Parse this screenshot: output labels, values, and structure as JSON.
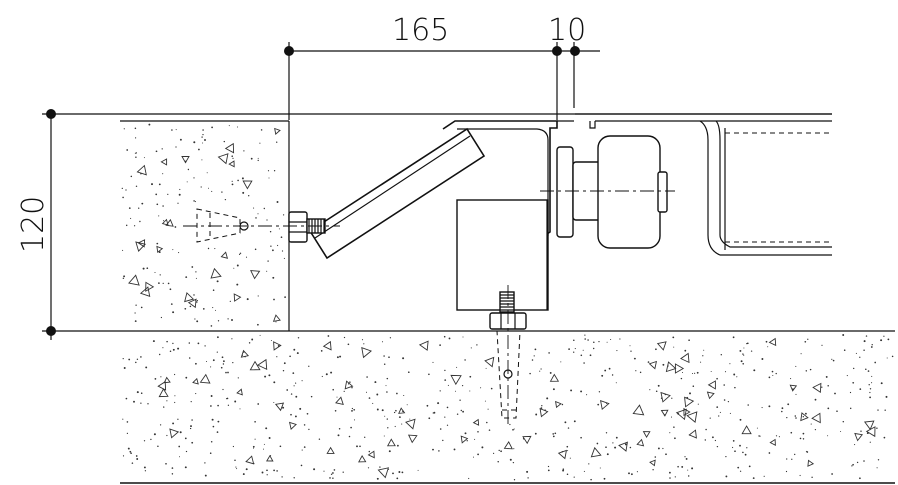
{
  "dimensions": {
    "horizontal_main": "165",
    "horizontal_gap": "10",
    "vertical": "120"
  },
  "colors": {
    "line": "#111111",
    "background": "#ffffff",
    "concrete_speckle": "#333333"
  }
}
